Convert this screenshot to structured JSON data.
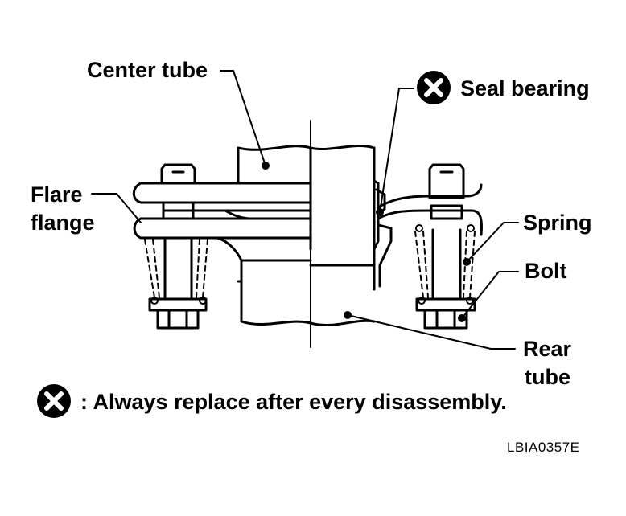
{
  "labels": {
    "center_tube": "Center tube",
    "seal_bearing": "Seal bearing",
    "flare_line1": "Flare",
    "flare_line2": "flange",
    "spring": "Spring",
    "bolt": "Bolt",
    "rear_line1": "Rear",
    "rear_line2": "tube"
  },
  "legend": {
    "text": ": Always replace after every disassembly.",
    "icon": "x-circle-icon"
  },
  "figure_code": "LBIA0357E"
}
